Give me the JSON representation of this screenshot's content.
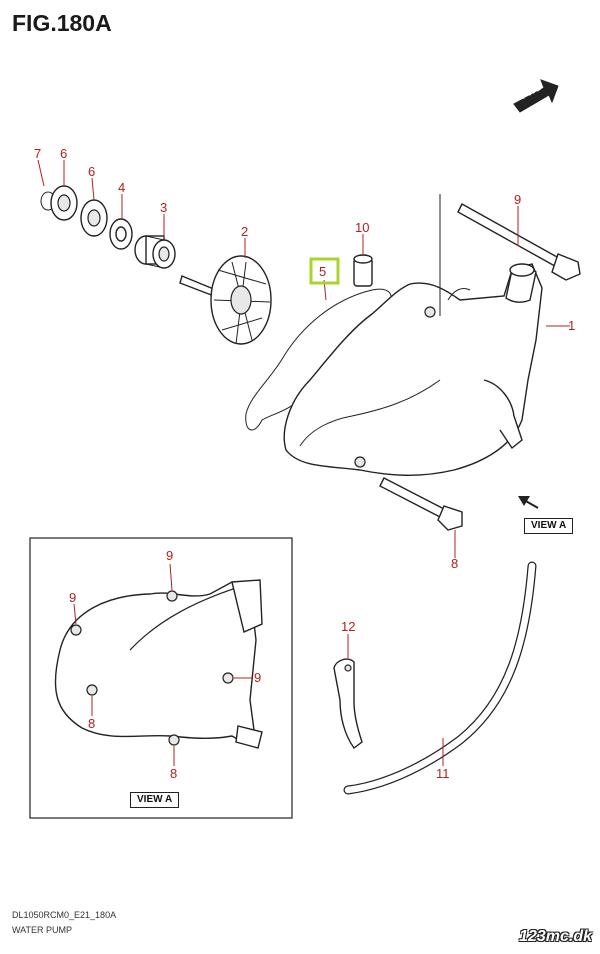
{
  "figure": {
    "title": "FIG.180A",
    "fwd_label": "FWD",
    "view_label": "VIEW A",
    "inset_view_label": "VIEW A"
  },
  "callouts": {
    "c1": "1",
    "c2": "2",
    "c3": "3",
    "c4": "4",
    "c5": "5",
    "c6a": "6",
    "c6b": "6",
    "c7": "7",
    "c8": "8",
    "c9": "9",
    "c10": "10",
    "c11": "11",
    "c12": "12",
    "inset_9_top": "9",
    "inset_9_left": "9",
    "inset_9_right": "9",
    "inset_8_left": "8",
    "inset_8_bottom": "8"
  },
  "highlight": {
    "part": "5",
    "color": "#a8d42c"
  },
  "colors": {
    "callout": "#b02020",
    "line": "#222222"
  },
  "footer": {
    "code": "DL1050RCM0_E21_180A",
    "name": "WATER PUMP"
  },
  "watermark": "123mc.dk"
}
